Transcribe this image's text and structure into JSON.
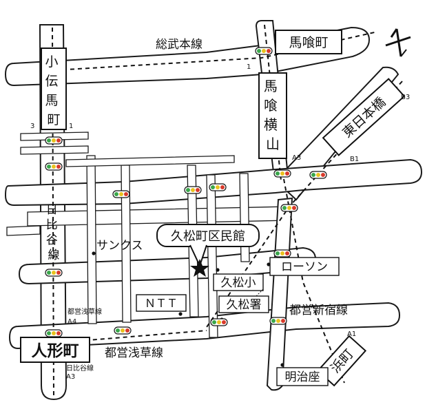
{
  "stations": {
    "kodenmacho": "小伝馬町",
    "bakurocho": "馬喰町",
    "bakuro_yokoyama": "馬喰横山",
    "higashi_nihonbashi": "東日本橋",
    "ningyocho": "人形町",
    "hamacho": "浜町"
  },
  "lines": {
    "sobu": "総武本線",
    "hibiya_vertical": "日比谷線",
    "asakusa_left": "都営浅草線",
    "asakusa_main": "都営浅草線",
    "shinjuku": "都営新宿線",
    "hibiya_small": "日比谷線"
  },
  "landmarks": {
    "hall": "久松町区民館",
    "sunkus": "サンクス",
    "ntt": "ＮＴＴ",
    "school": "久松小",
    "police": "久松署",
    "lawson": "ローソン",
    "meijiza": "明治座"
  },
  "exits": {
    "e3": "3",
    "e1a": "1",
    "e1b": "1",
    "a3_top": "A3",
    "b1": "B1",
    "b3": "B3",
    "a4": "A4",
    "a3_bottom": "A3",
    "a1": "A1"
  },
  "colors": {
    "signal_green": "#3aa64a",
    "signal_yellow": "#e9c21f",
    "signal_red": "#d93a2b",
    "ink": "#111111"
  },
  "compass_icon": "north-arrow-icon"
}
